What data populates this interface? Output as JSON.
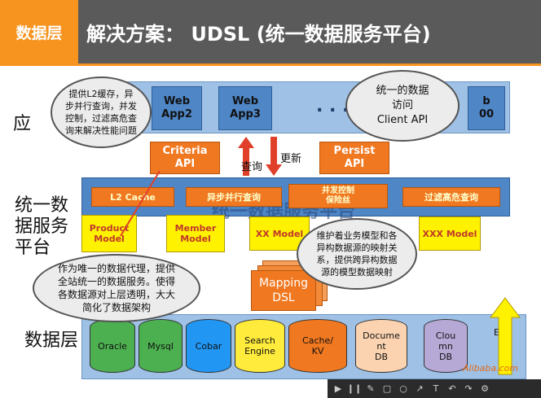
{
  "header": {
    "section": "数据层",
    "title": "解决方案： UDSL (统一数据服务平台)"
  },
  "side_labels": {
    "app": "应",
    "platform_line1": "统一数",
    "platform_line2": "据服务",
    "platform_line3": "平台",
    "data": "数据层"
  },
  "apps": [
    {
      "line1": "Web",
      "line2": "App2"
    },
    {
      "line1": "Web",
      "line2": "App3"
    },
    {
      "line1": "b",
      "line2": "00"
    }
  ],
  "apps_dots": ". . .",
  "apis": [
    {
      "line1": "Criteria",
      "line2": "API"
    },
    {
      "line1": "Persist",
      "line2": "API"
    }
  ],
  "arrows": {
    "query": "查询",
    "update": "更新"
  },
  "feature_tags": [
    "L2 Cache",
    "异步并行查询",
    "并发控制\n保险丝",
    "过滤高危查询"
  ],
  "models": [
    {
      "line1": "Product",
      "line2": "Model"
    },
    {
      "line1": "Member",
      "line2": "Model"
    },
    {
      "line1": "XX Model",
      "line2": ""
    },
    {
      "line1": "XXX Model",
      "line2": ""
    }
  ],
  "platform_faint": "统一数据服务平台",
  "mapping": {
    "line1": "Mapping",
    "line2": "DSL"
  },
  "bubbles": {
    "cache": "提供L2缓存，异步并行查询，并发控制，过滤高危查询来解决性能问题",
    "access": "统一的数据\n访问\nClient API",
    "mapping": "维护着业务模型和各异构数据源的映射关系，提供跨异构数据源的模型数据映射",
    "proxy": "作为唯一的数据代理，提供全站统一的数据服务。使得各数据源对上层透明，大大简化了数据架构"
  },
  "datasources": [
    {
      "label": "Oracle",
      "color": "#4caf50"
    },
    {
      "label": "Mysql",
      "color": "#4caf50"
    },
    {
      "label": "Cobar",
      "color": "#2196f3"
    },
    {
      "label": "Search\nEngine",
      "color": "#ffeb3b"
    },
    {
      "label": "Cache/\nKV",
      "color": "#f07820"
    },
    {
      "label": "Docume\nnt\nDB",
      "color": "#fbd3b0"
    },
    {
      "label": "Clou\nmn\nDB",
      "color": "#b7a9d6"
    },
    {
      "label": "ED",
      "color": "#fff200"
    }
  ],
  "watermark": "Alibaba.com"
}
